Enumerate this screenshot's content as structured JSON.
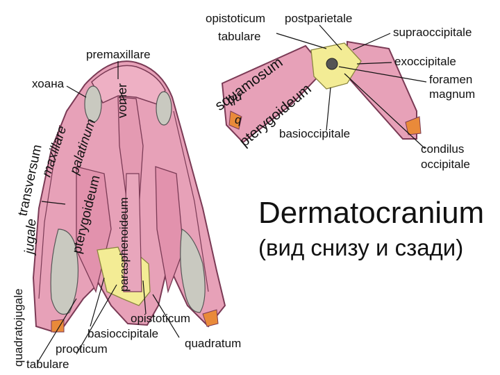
{
  "heading": "Dermatocranium",
  "subheading": "(вид снизу и сзади)",
  "colors": {
    "bone": "#e7a1b8",
    "bone_stroke": "#7a3a55",
    "cartilage": "#f3ec95",
    "cartilage_stroke": "#8a8540",
    "condyle": "#e98a3a",
    "opening": "#c9c9c0",
    "opening_stroke": "#555555",
    "text": "#111111"
  },
  "ventral_labels": {
    "premaxillare": "premaxillare",
    "choana": "хоана",
    "vomer": "vomer",
    "maxillare": "maxillare",
    "palatinum": "palatinum",
    "transversum": "transversum",
    "pterygoideum": "pterygoideum",
    "parasphenoideum": "parasphenoideum",
    "jugale": "jugale",
    "quadratojugale": "quadratojugale",
    "opistoticum": "opistoticum",
    "basioccipitale": "basioccipitale",
    "quadratum": "quadratum",
    "prooticum": "prooticum",
    "tabulare": "tabulare"
  },
  "posterior_labels": {
    "opistoticum": "opistoticum",
    "postparietale": "postparietale",
    "tabulare": "tabulare",
    "supraoccipitale": "supraoccipitale",
    "squamosum": "squamosum",
    "exoccipitale": "exoccipitale",
    "foramen_line1": "foramen",
    "foramen_line2": "magnum",
    "pterygoideum": "pterygoideum",
    "quadratum": "qu",
    "quadratum_letter": "q",
    "basioccipitale": "basioccipitale",
    "condilus_line1": "condilus",
    "condilus_line2": "occipitale"
  }
}
